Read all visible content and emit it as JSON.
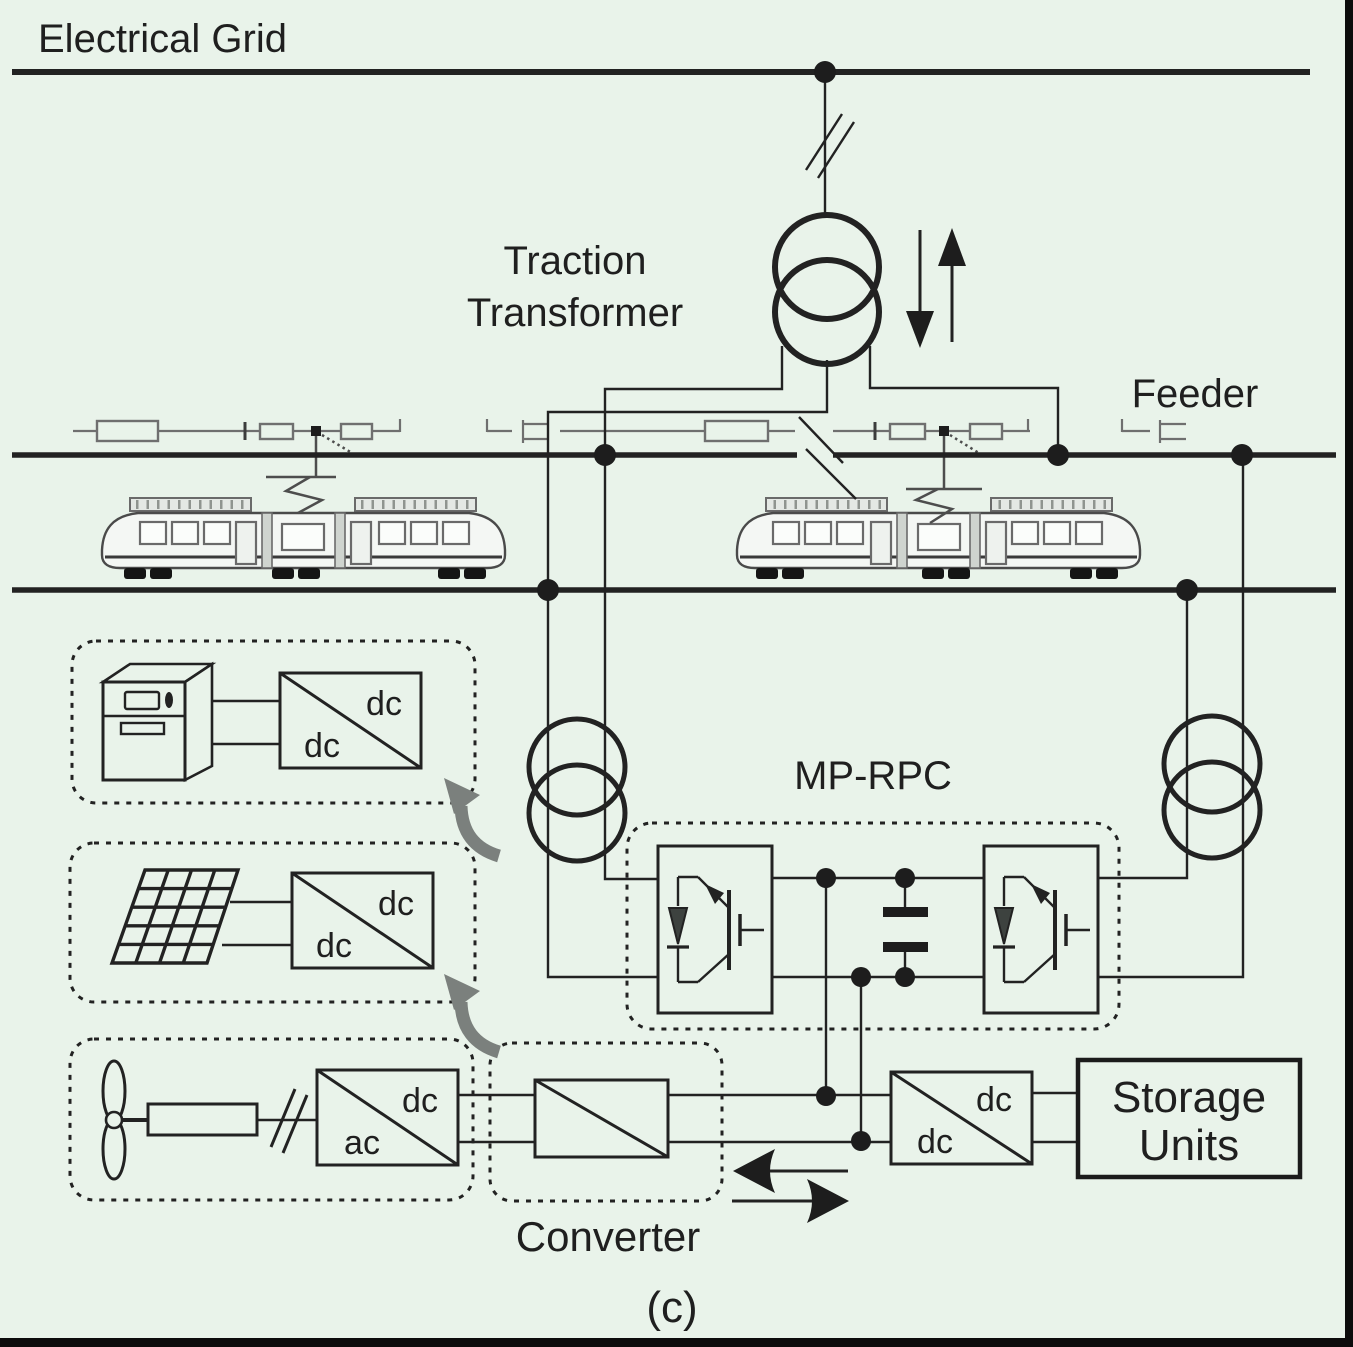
{
  "figure": {
    "caption": "(c)"
  },
  "labels": {
    "electrical_grid": "Electrical Grid",
    "traction_transformer_line1": "Traction",
    "traction_transformer_line2": "Transformer",
    "feeder": "Feeder",
    "mp_rpc": "MP-RPC",
    "converter": "Converter",
    "storage_line1": "Storage",
    "storage_line2": "Units"
  },
  "converters": {
    "ev_dc_dc": {
      "top": "dc",
      "bottom": "dc"
    },
    "solar_dc_dc": {
      "top": "dc",
      "bottom": "dc"
    },
    "wind_dc_ac": {
      "top": "dc",
      "bottom": "ac"
    },
    "storage_dc_dc": {
      "top": "dc",
      "bottom": "dc"
    }
  },
  "icons": [
    "traction-transformer-icon",
    "step-down-transformer-icon",
    "train-icon",
    "pantograph-icon",
    "ev-charger-icon",
    "solar-panel-icon",
    "wind-turbine-icon",
    "igbt-module-icon",
    "dc-link-capacitor-icon",
    "bidirectional-arrow-icon",
    "recirculation-arrow-icon"
  ],
  "colors": {
    "background": "#e9f3ea",
    "line": "#222222",
    "catenary_gray": "#6f6f6f",
    "arrow_gray": "#7b807d",
    "text": "#1f1f1f",
    "border": "#0c0c0c"
  }
}
